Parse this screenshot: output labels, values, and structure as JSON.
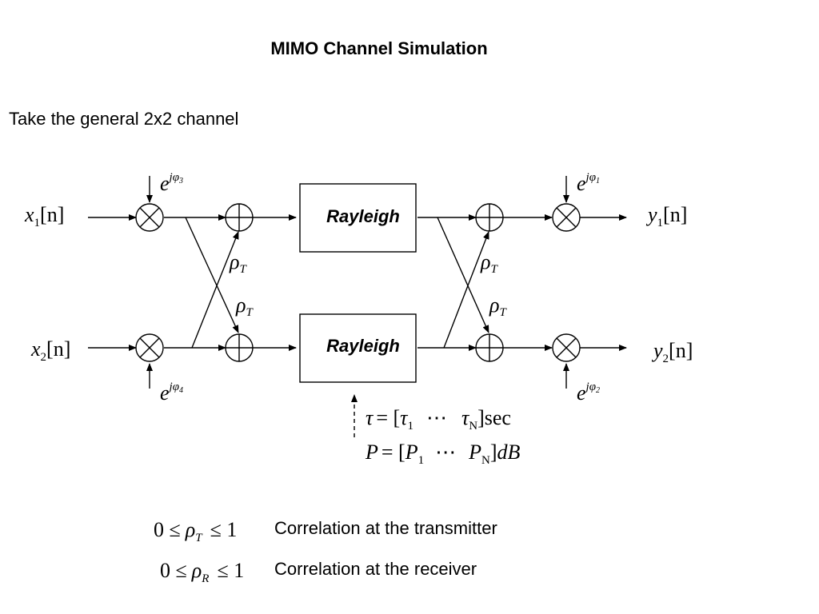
{
  "title": "MIMO Channel Simulation",
  "intro": "Take the general 2x2 channel",
  "blocks": {
    "top": "Rayleigh",
    "bottom": "Rayleigh"
  },
  "inputs": {
    "x1": {
      "var": "x",
      "sub": "1",
      "arg": "[n]"
    },
    "x2": {
      "var": "x",
      "sub": "2",
      "arg": "[n]"
    }
  },
  "outputs": {
    "y1": {
      "var": "y",
      "sub": "1",
      "arg": "[n]"
    },
    "y2": {
      "var": "y",
      "sub": "2",
      "arg": "[n]"
    }
  },
  "phases": {
    "phi3": {
      "base": "e",
      "exp": "jφ",
      "sub": "3"
    },
    "phi4": {
      "base": "e",
      "exp": "jφ",
      "sub": "4"
    },
    "phi1": {
      "base": "e",
      "exp": "jφ",
      "sub": "1"
    },
    "phi2": {
      "base": "e",
      "exp": "jφ",
      "sub": "2"
    }
  },
  "correlation_labels": {
    "symbol": "ρ",
    "sub": "T"
  },
  "delay_profile": {
    "tau_lhs": "τ",
    "tau_eq": "= [",
    "tau_first": "τ",
    "tau_first_sub": "1",
    "tau_dots": "⋯",
    "tau_last": "τ",
    "tau_last_sub": "N",
    "tau_unit": "]sec",
    "p_lhs": "P",
    "p_eq": "= [",
    "p_first": "P",
    "p_first_sub": "1",
    "p_dots": "⋯",
    "p_last": "P",
    "p_last_sub": "N",
    "p_close": "]",
    "p_unit": "dB"
  },
  "footnotes": [
    {
      "lhs": "0 ≤",
      "rho": "ρ",
      "sub": "T",
      "rhs": "≤ 1",
      "text": "Correlation at the transmitter"
    },
    {
      "lhs": "0 ≤",
      "rho": "ρ",
      "sub": "R",
      "rhs": "≤ 1",
      "text": "Correlation at the receiver"
    }
  ]
}
